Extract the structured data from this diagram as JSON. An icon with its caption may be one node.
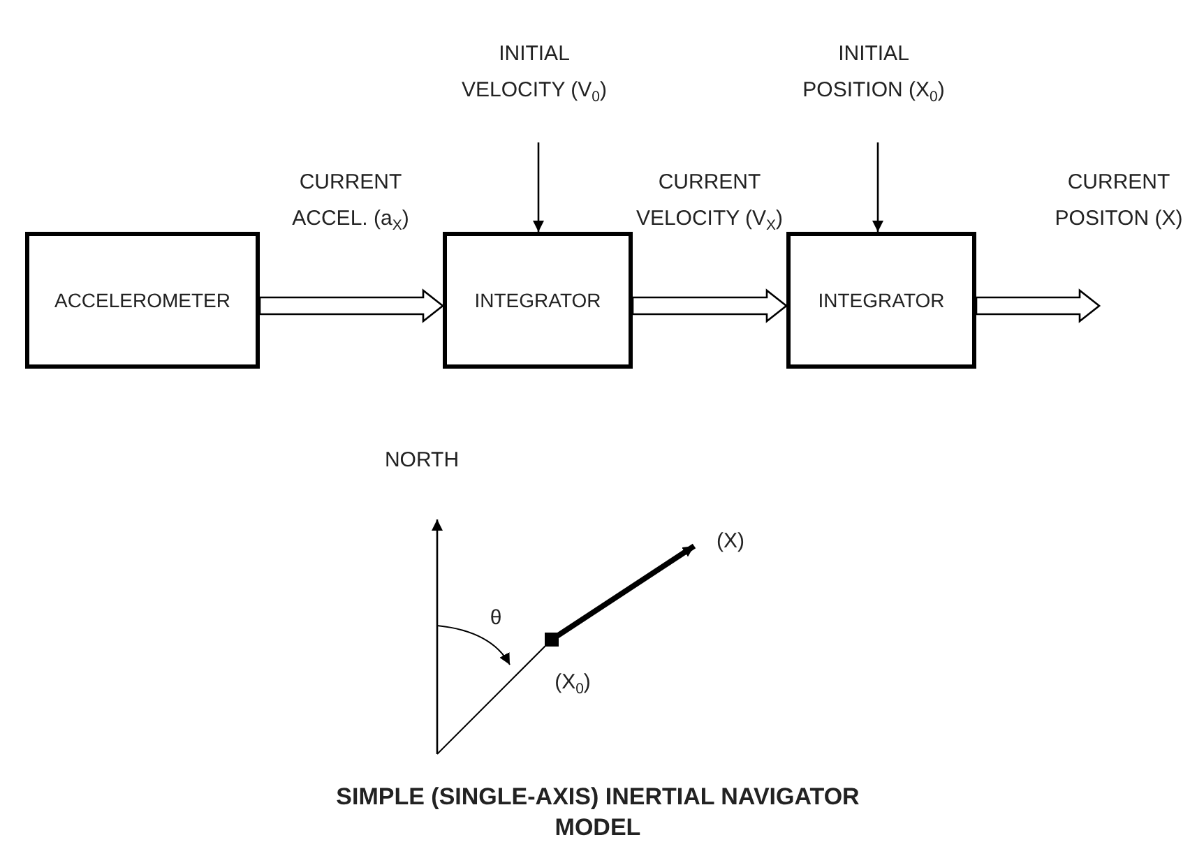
{
  "diagram": {
    "caption": "SIMPLE (SINGLE-AXIS) INERTIAL NAVIGATOR MODEL",
    "nodes": [
      {
        "text": [
          "ACCELEROMETER"
        ]
      },
      {
        "text": [
          "INTEGRATOR"
        ]
      },
      {
        "text": [
          "INTEGRATOR"
        ]
      },
      {
        "text": [
          "INITIAL VELOCITY (V$_{0}$)"
        ]
      },
      {
        "text": [
          "INITIAL POSITION (X$_{0}$)"
        ]
      }
    ],
    "edges": [
      {
        "from": 0,
        "to": 1,
        "arrow": "to",
        "label": "CURRENT ACCEL. (a$_{X}$)",
        "style": "thick"
      },
      {
        "from": 1,
        "to": 2,
        "arrow": "to",
        "label": "CURRENT VELOCITY (V$_{X}$)",
        "style": "thick"
      },
      {
        "from": 2,
        "to": null,
        "arrow": "to",
        "label": "CURRENT POSITON (X)",
        "style": "thick"
      },
      {
        "from": 3,
        "to": 1,
        "arrow": "to"
      },
      {
        "from": 4,
        "to": 2,
        "arrow": "to"
      }
    ],
    "labels": [
      "NORTH",
      "θ",
      "(X)",
      "(X$_{0}$)"
    ]
  }
}
